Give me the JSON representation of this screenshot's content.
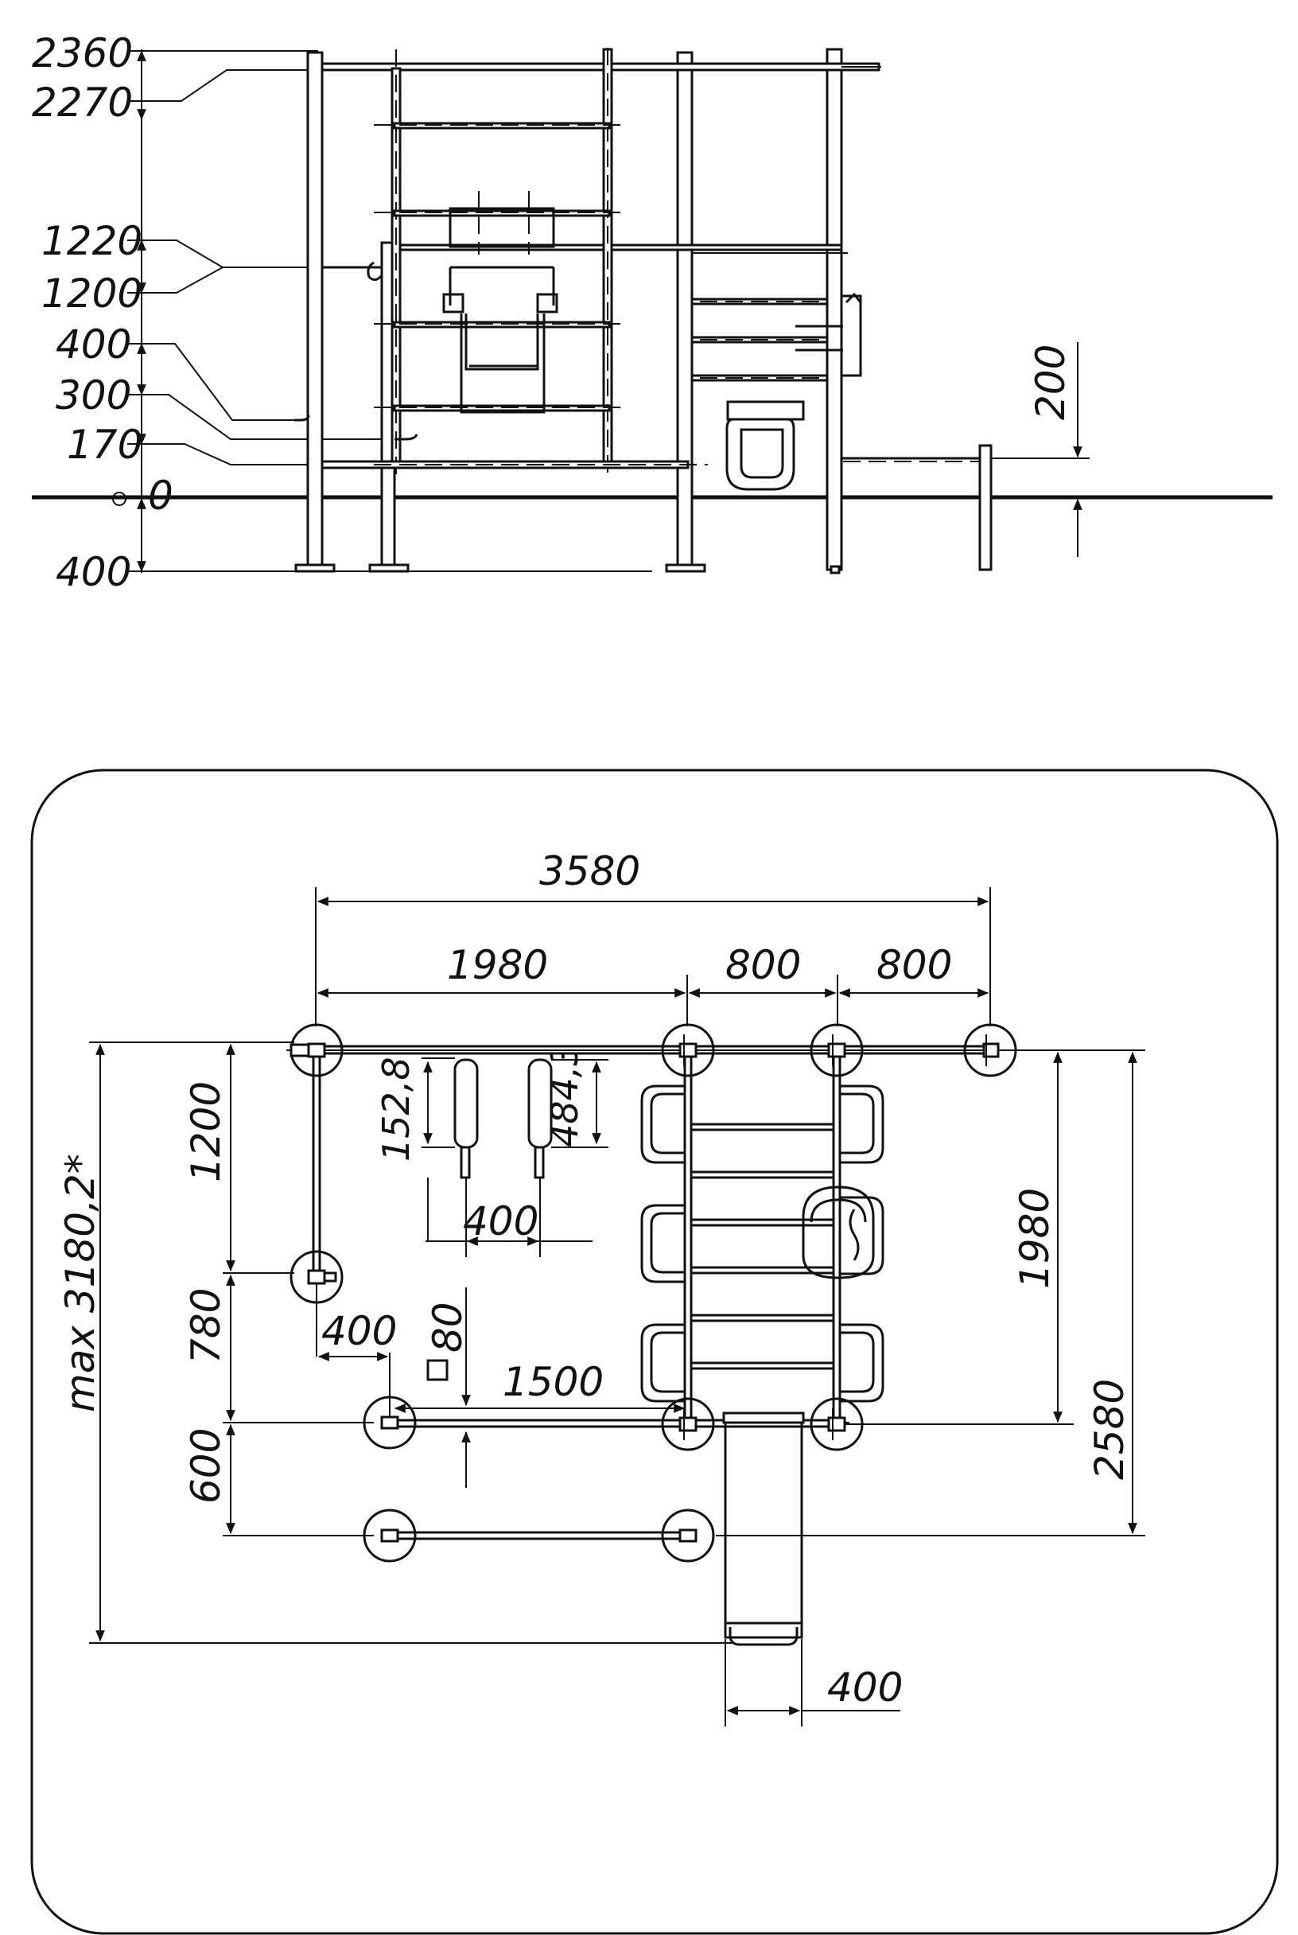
{
  "elevation": {
    "levels": [
      "2360",
      "2270",
      "1220",
      "1200",
      "400",
      "300",
      "170",
      "0",
      "400"
    ],
    "side_dim": "200"
  },
  "plan": {
    "dim_overall_width": "3580",
    "dim_left_span": "1980",
    "dim_mid_span": "800",
    "dim_right_span": "800",
    "dim_left_1200": "1200",
    "dim_left_780": "780",
    "dim_left_600": "600",
    "dim_max_depth": "max 3180,2*",
    "dim_pad_152": "152,8",
    "dim_pad_484": "484,3",
    "dim_pad_spacing": "400",
    "dim_offset_400": "400",
    "dim_profile_80": "80",
    "dim_bar_1500": "1500",
    "dim_right_1980": "1980",
    "dim_right_2580": "2580",
    "dim_bench_400": "400"
  }
}
